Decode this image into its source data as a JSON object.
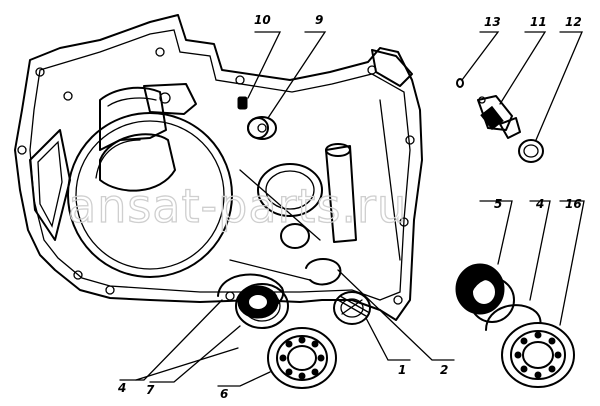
{
  "watermark": {
    "text": "ansat-parts.ru"
  },
  "callouts": [
    {
      "id": "1",
      "label": "1"
    },
    {
      "id": "2",
      "label": "2"
    },
    {
      "id": "4a",
      "label": "4"
    },
    {
      "id": "4b",
      "label": "4"
    },
    {
      "id": "5",
      "label": "5"
    },
    {
      "id": "6",
      "label": "6"
    },
    {
      "id": "7",
      "label": "7"
    },
    {
      "id": "9",
      "label": "9"
    },
    {
      "id": "10",
      "label": "10"
    },
    {
      "id": "11",
      "label": "11"
    },
    {
      "id": "12",
      "label": "12"
    },
    {
      "id": "13",
      "label": "13"
    },
    {
      "id": "16",
      "label": "16"
    }
  ]
}
